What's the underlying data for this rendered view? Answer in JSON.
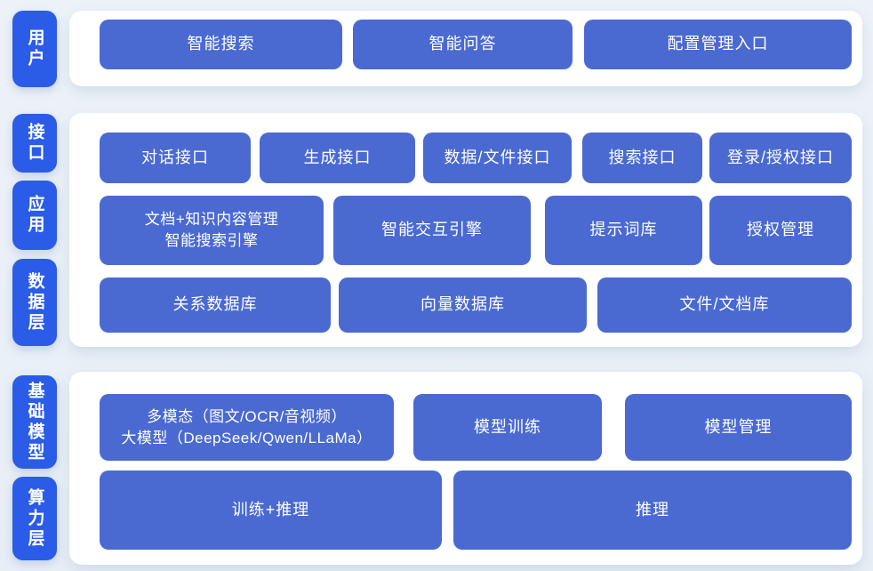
{
  "colors": {
    "background": "#eaf0f7",
    "panel": "#ffffff",
    "button_blue": "#4a6ad2",
    "label_blue": "#2b5ce8",
    "text": "#ffffff"
  },
  "sidebar": {
    "labels": [
      {
        "id": "user",
        "text": "用户"
      },
      {
        "id": "interface",
        "text": "接口"
      },
      {
        "id": "application",
        "text": "应用"
      },
      {
        "id": "data-layer",
        "text": "数据层"
      },
      {
        "id": "base-model",
        "text": "基础模型"
      },
      {
        "id": "compute-layer",
        "text": "算力层"
      }
    ]
  },
  "sections": [
    {
      "name": "user-layer",
      "buttons": [
        {
          "label": "智能搜索"
        },
        {
          "label": "智能问答"
        },
        {
          "label": "配置管理入口"
        }
      ]
    },
    {
      "name": "interface-application-data",
      "rows": [
        {
          "buttons": [
            {
              "label": "对话接口"
            },
            {
              "label": "生成接口"
            },
            {
              "label": "数据/文件接口"
            },
            {
              "label": "搜索接口"
            },
            {
              "label": "登录/授权接口"
            }
          ]
        },
        {
          "buttons": [
            {
              "label": "文档+知识内容管理\n智能搜索引擎"
            },
            {
              "label": "智能交互引擎"
            },
            {
              "label": "提示词库"
            },
            {
              "label": "授权管理"
            }
          ]
        },
        {
          "buttons": [
            {
              "label": "关系数据库"
            },
            {
              "label": "向量数据库"
            },
            {
              "label": "文件/文档库"
            }
          ]
        }
      ]
    },
    {
      "name": "model-compute",
      "rows": [
        {
          "buttons": [
            {
              "label": "多模态（图文/OCR/音视频）\n大模型（DeepSeek/Qwen/LLaMa）"
            },
            {
              "label": "模型训练"
            },
            {
              "label": "模型管理"
            }
          ]
        },
        {
          "buttons": [
            {
              "label": "训练+推理"
            },
            {
              "label": "推理"
            }
          ]
        }
      ]
    }
  ]
}
